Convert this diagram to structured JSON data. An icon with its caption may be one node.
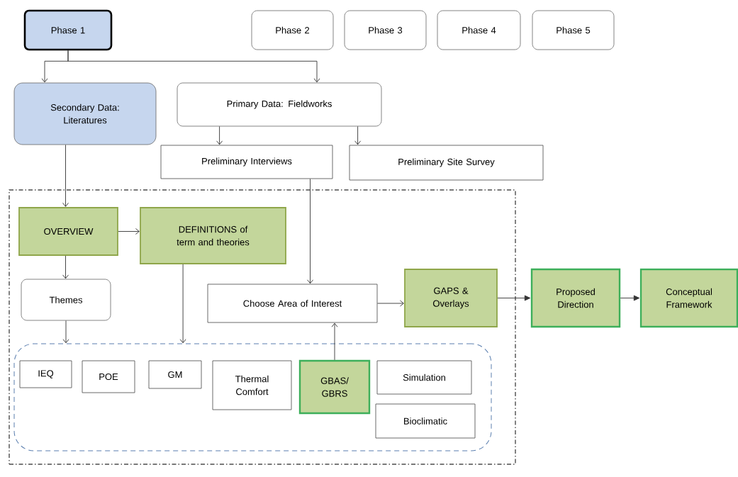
{
  "diagram": {
    "nodes": [
      {
        "text": [
          "Phase 1"
        ]
      },
      {
        "text": [
          "Phase 2"
        ]
      },
      {
        "text": [
          "Phase 3"
        ]
      },
      {
        "text": [
          "Phase 4"
        ]
      },
      {
        "text": [
          "Phase 5"
        ]
      },
      {
        "text": [
          "Secondary Data: Literatures"
        ]
      },
      {
        "text": [
          "Primary Data: Fieldworks"
        ]
      },
      {
        "text": [
          "Preliminary Interviews"
        ]
      },
      {
        "text": [
          "Preliminary Site Survey"
        ]
      },
      {
        "text": [],
        "shape": "box"
      },
      {
        "text": [
          "OVERVIEW"
        ],
        "in": 9
      },
      {
        "text": [
          "DEFINITIONS of term and theories"
        ],
        "in": 9
      },
      {
        "text": [
          "Themes"
        ],
        "in": 9
      },
      {
        "text": [
          "Choose Area of Interest"
        ],
        "in": 9
      },
      {
        "text": [
          "GAPS & Overlays"
        ],
        "in": 9
      },
      {
        "text": [
          "Proposed Direction"
        ]
      },
      {
        "text": [
          "Conceptual Framework"
        ]
      },
      {
        "text": [],
        "shape": "box",
        "in": 9
      },
      {
        "text": [
          "IEQ"
        ],
        "in": 17
      },
      {
        "text": [
          "POE"
        ],
        "in": 17
      },
      {
        "text": [
          "GM"
        ],
        "in": 17
      },
      {
        "text": [
          "Thermal Comfort"
        ],
        "in": 17
      },
      {
        "text": [
          "GBAS/ GBRS"
        ],
        "in": 17
      },
      {
        "text": [
          "Simulation"
        ],
        "in": 17
      },
      {
        "text": [
          "Bioclimatic"
        ],
        "in": 17
      }
    ],
    "edges": [
      {
        "from": 0,
        "to": 5,
        "arrow": "to"
      },
      {
        "from": 0,
        "to": 6,
        "arrow": "to"
      },
      {
        "from": 5,
        "to": 10,
        "arrow": "to"
      },
      {
        "from": 6,
        "to": 7,
        "arrow": "to"
      },
      {
        "from": 6,
        "to": 8,
        "arrow": "to"
      },
      {
        "from": 7,
        "to": 13,
        "arrow": "to"
      },
      {
        "from": 10,
        "to": 11,
        "arrow": "to"
      },
      {
        "from": 10,
        "to": 12,
        "arrow": "to"
      },
      {
        "from": 12,
        "to": 17,
        "arrow": "to"
      },
      {
        "from": 11,
        "to": 17,
        "arrow": "to"
      },
      {
        "from": 22,
        "to": 13,
        "arrow": "to"
      },
      {
        "from": 13,
        "to": 14,
        "arrow": "to"
      },
      {
        "from": 14,
        "to": 15,
        "arrow": "to"
      },
      {
        "from": 15,
        "to": 16,
        "arrow": "to"
      }
    ]
  }
}
